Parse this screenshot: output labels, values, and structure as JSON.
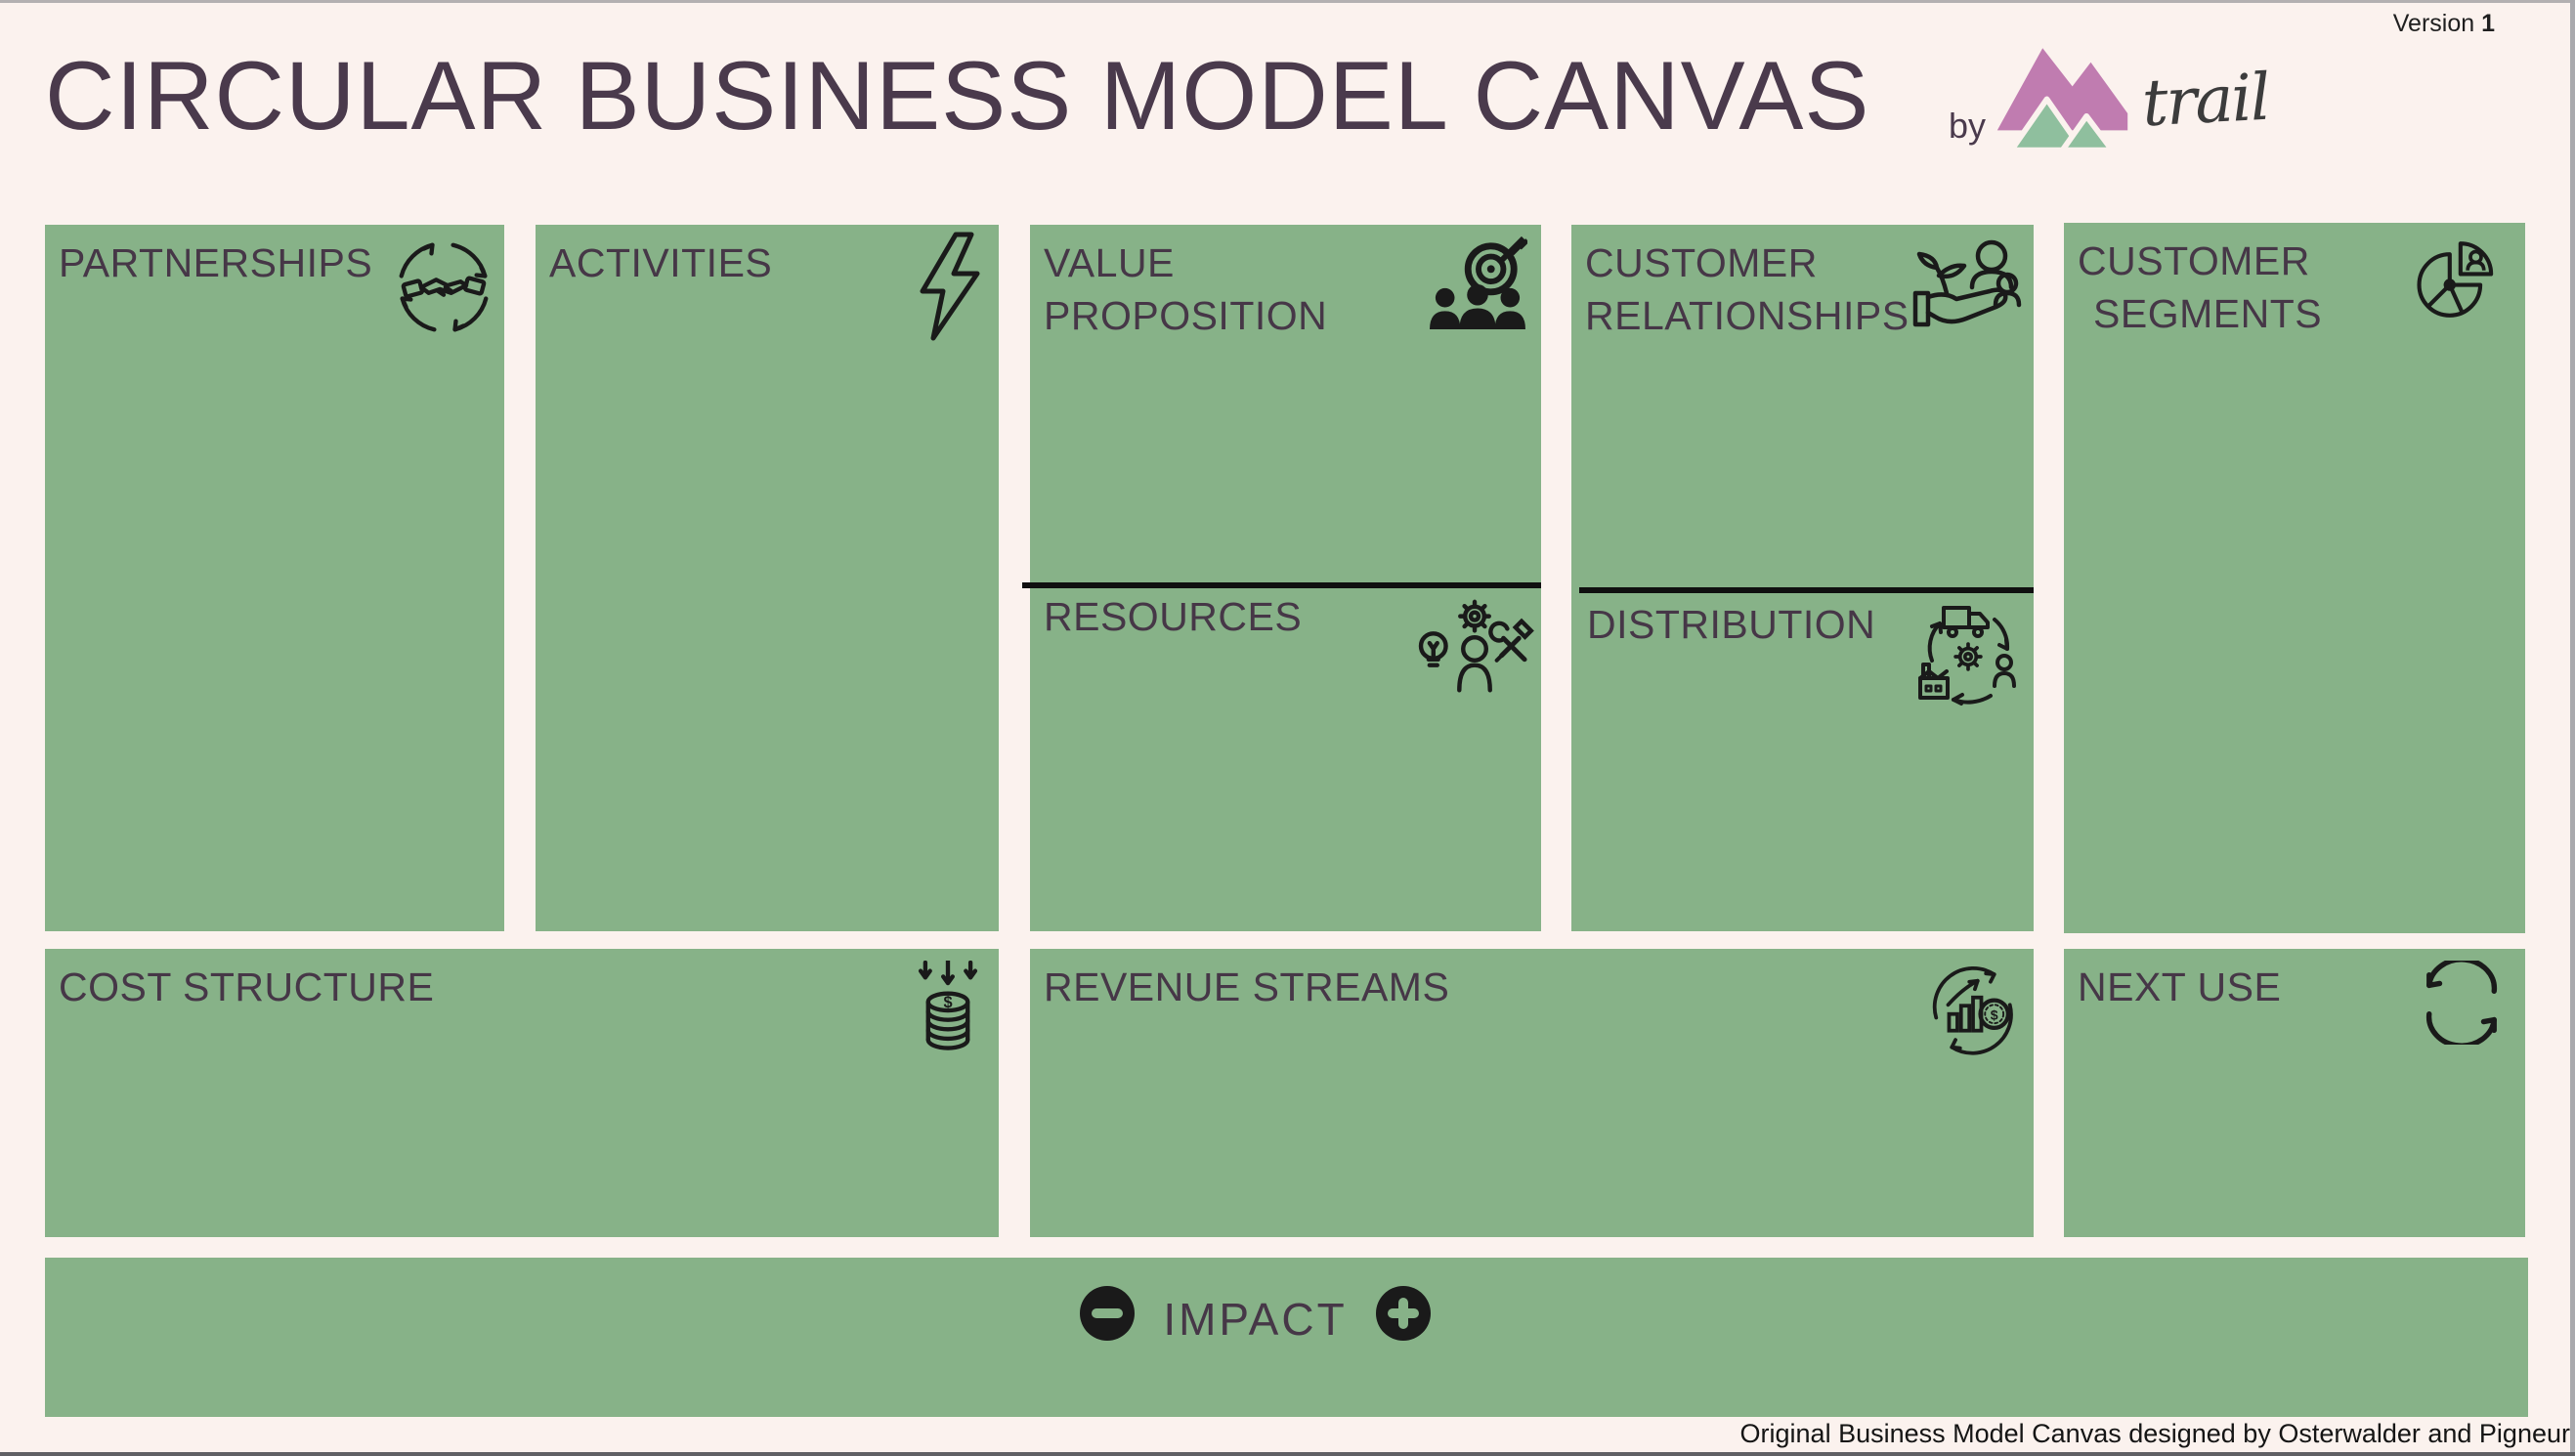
{
  "header": {
    "title": "CIRCULAR BUSINESS MODEL CANVAS",
    "byline": "by",
    "brand_name": "trail",
    "version_label": "Version",
    "version_number": "1"
  },
  "colors": {
    "background": "#FBF2EE",
    "box_green": "#87B288",
    "heading_purple": "#4A3A4C",
    "label_purple": "#463747",
    "icon_black": "#1a1a1a",
    "logo_pink": "#C07CB0",
    "logo_green": "#8FBF9E"
  },
  "canvas": {
    "partnerships": {
      "label": "PARTNERSHIPS",
      "icon": "handshake-cycle-icon"
    },
    "activities": {
      "label": "ACTIVITIES",
      "icon": "lightning-bolt-icon"
    },
    "value_proposition": {
      "label_line1": "VALUE",
      "label_line2": "PROPOSITION",
      "icon": "target-customers-icon"
    },
    "resources": {
      "label": "RESOURCES",
      "icon": "idea-gear-tools-person-icon"
    },
    "customer_relationships": {
      "label_line1": "CUSTOMER",
      "label_line2": "RELATIONSHIPS",
      "icon": "hand-holding-people-plant-icon"
    },
    "distribution": {
      "label": "DISTRIBUTION",
      "icon": "truck-gear-factory-person-cycle-icon"
    },
    "customer_segments": {
      "label_line1": "CUSTOMER",
      "label_line2": "SEGMENTS",
      "icon": "pie-chart-person-icon"
    },
    "cost_structure": {
      "label": "COST STRUCTURE",
      "icon": "coin-stack-down-arrows-icon"
    },
    "revenue_streams": {
      "label": "REVENUE STREAMS",
      "icon": "growth-chart-coin-cycle-icon"
    },
    "next_use": {
      "label": "NEXT USE",
      "icon": "recycle-arrows-icon"
    },
    "impact": {
      "label": "IMPACT",
      "minus_icon": "minus-circle-icon",
      "plus_icon": "plus-circle-icon"
    }
  },
  "icons": {
    "currency_symbol": "$"
  },
  "footer": {
    "credit": "Original Business Model Canvas designed by Osterwalder and Pigneur"
  }
}
